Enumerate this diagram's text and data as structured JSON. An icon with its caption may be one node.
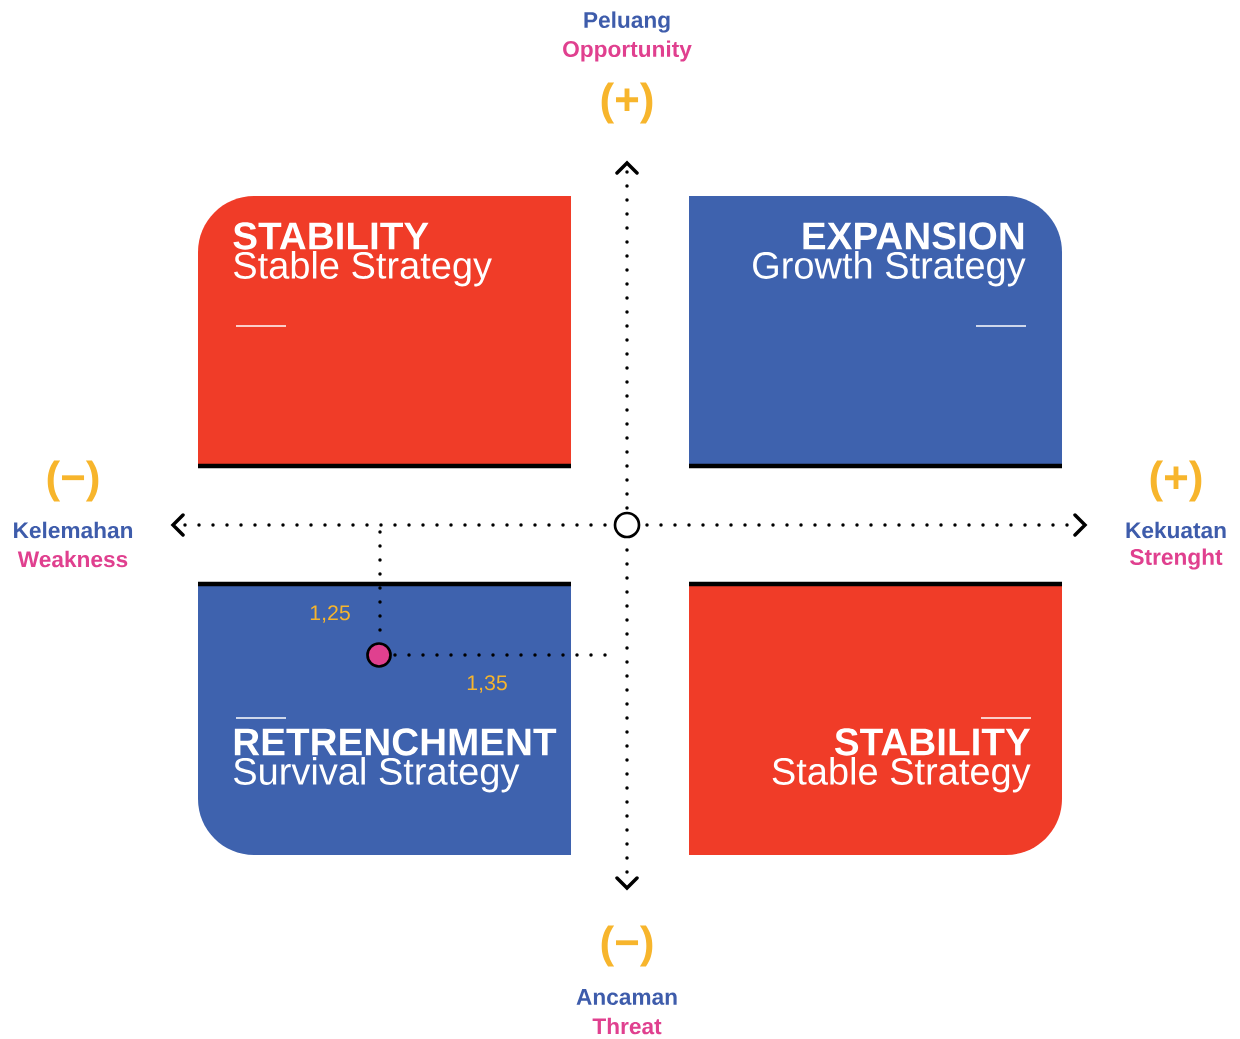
{
  "diagram": {
    "nodes": [
      {
        "text": [
          "STABILITY",
          "Stable Strategy"
        ]
      },
      {
        "text": [
          "EXPANSION",
          "Growth Strategy"
        ]
      },
      {
        "text": [
          "RETRENCHMENT",
          "Survival Strategy"
        ]
      },
      {
        "text": [
          "STABILITY",
          "Stable Strategy"
        ]
      }
    ],
    "labels": [
      "Peluang",
      "Opportunity",
      "(+)",
      "(−)",
      "Kelemahan",
      "Weakness",
      "(+)",
      "Kekuatan",
      "Strenght",
      "1,25",
      "1,35",
      "(−)",
      "Ancaman",
      "Threat"
    ]
  }
}
